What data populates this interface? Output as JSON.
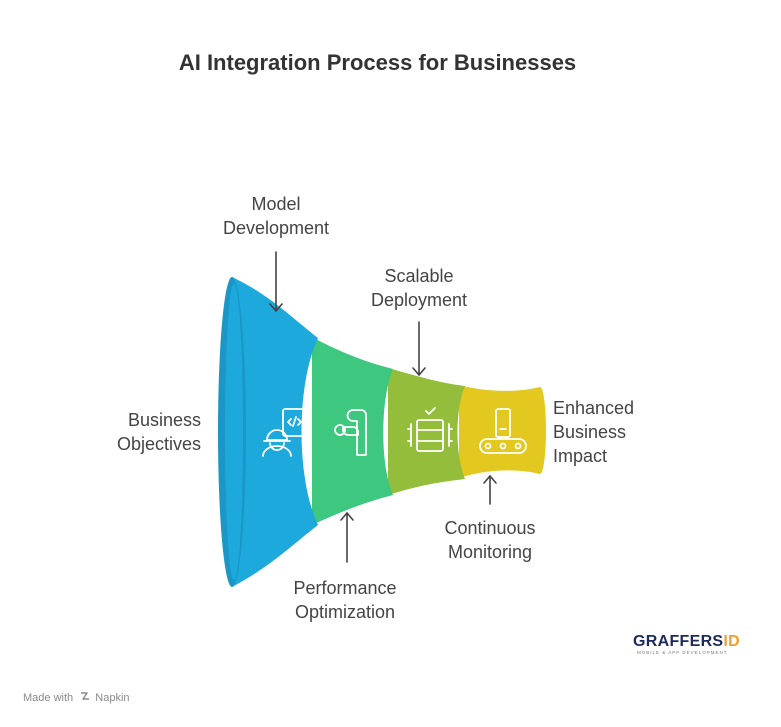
{
  "title": "AI Integration Process for Businesses",
  "stages": [
    {
      "label": "Business Objectives",
      "color": "#1ea9dc",
      "icon": "developer-icon"
    },
    {
      "label": "Model Development",
      "color": "#1ea9dc",
      "icon": "developer-icon"
    },
    {
      "label": "Performance Optimization",
      "color": "#3ec77f",
      "icon": "pipeline-icon"
    },
    {
      "label": "Scalable Deployment",
      "color": "#93bd3a",
      "icon": "server-rack-icon"
    },
    {
      "label": "Continuous Monitoring",
      "color": "#e3c81f",
      "icon": "conveyor-robot-icon"
    },
    {
      "label": "Enhanced Business Impact",
      "color": "#e3c81f",
      "icon": "conveyor-robot-icon"
    }
  ],
  "labels": {
    "business_objectives": [
      "Business",
      "Objectives"
    ],
    "model_development": [
      "Model",
      "Development"
    ],
    "scalable_deployment": [
      "Scalable",
      "Deployment"
    ],
    "enhanced_business_impact": [
      "Enhanced",
      "Business",
      "Impact"
    ],
    "continuous_monitoring": [
      "Continuous",
      "Monitoring"
    ],
    "performance_optimization": [
      "Performance",
      "Optimization"
    ]
  },
  "logo": {
    "text_main": "GRAFFERS",
    "text_accent": "ID",
    "tagline": "MOBILE & APP DEVELOPMENT"
  },
  "footer": {
    "made_with": "Made with",
    "brand": "Napkin"
  }
}
